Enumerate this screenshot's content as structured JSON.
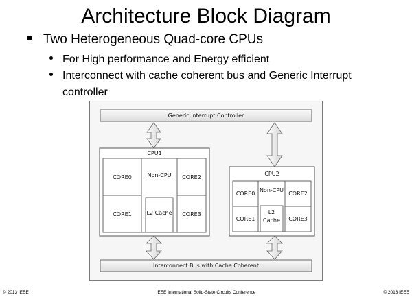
{
  "slide": {
    "title": "Architecture Block Diagram",
    "bullet": "Two Heterogeneous Quad-core CPUs",
    "sub_bullets": [
      "For High performance and Energy efficient",
      "Interconnect with cache coherent bus and Generic Interrupt"
    ],
    "sub_bullet_continuation": "controller"
  },
  "diagram": {
    "gic": "Generic Interrupt Controller",
    "bus": "Interconnect Bus with Cache Coherent",
    "cpu1": {
      "label": "CPU1",
      "core0": "CORE0",
      "core1": "CORE1",
      "core2": "CORE2",
      "core3": "CORE3",
      "noncpu": "Non-CPU",
      "l2": "L2 Cache"
    },
    "cpu2": {
      "label": "CPU2",
      "core0": "CORE0",
      "core1": "CORE1",
      "core2": "CORE2",
      "core3": "CORE3",
      "noncpu": "Non-CPU",
      "l2_line1": "L2",
      "l2_line2": "Cache"
    }
  },
  "footer": {
    "left": "© 2013 IEEE",
    "center": "IEEE International Solid-State Circuits Conference",
    "right": "© 2013 IEEE"
  }
}
